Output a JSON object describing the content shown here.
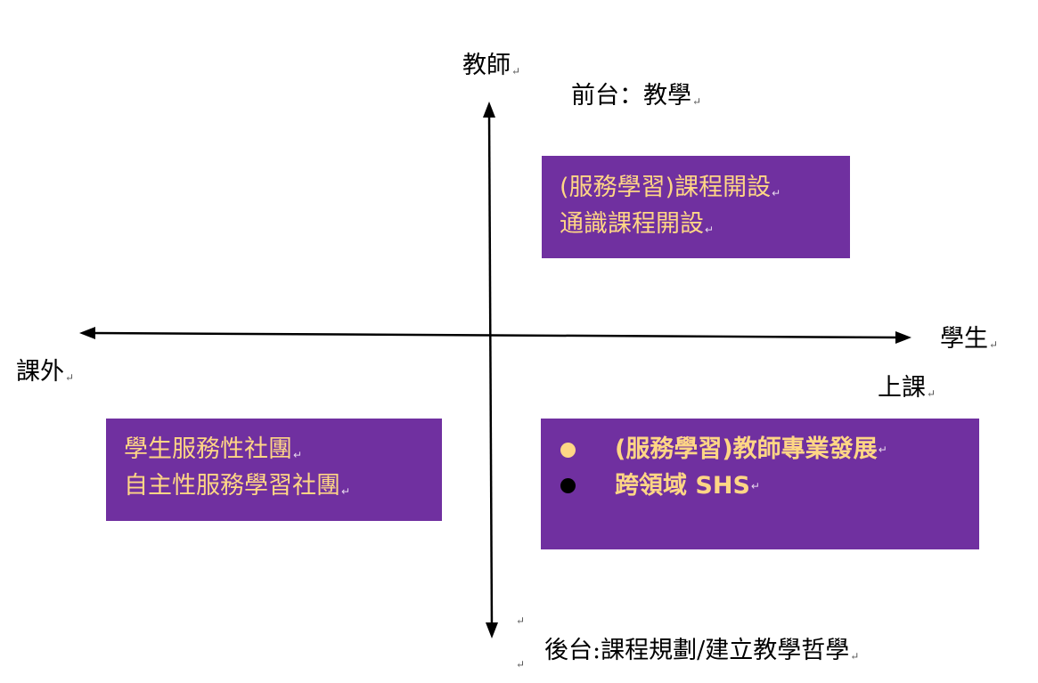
{
  "colors": {
    "box_fill": "#7030a0",
    "box_text": "#ffd685",
    "axis": "#000000",
    "bullet_1": "#ffd685",
    "bullet_2": "#000000"
  },
  "labels": {
    "top": "教師",
    "top_right": "前台：教學",
    "right": "學生",
    "right_below": "上課",
    "left": "課外",
    "bottom": "後台:課程規劃/建立教學哲學"
  },
  "boxes": {
    "top_right": {
      "lines": [
        "(服務學習)課程開設",
        "通識課程開設"
      ]
    },
    "bottom_left": {
      "lines": [
        "學生服務性社團",
        "自主性服務學習社團"
      ]
    },
    "bottom_right": {
      "items": [
        {
          "text": "(服務學習)教師專業發展",
          "bullet": "bullet_1"
        },
        {
          "text": "跨領域 SHS",
          "bullet": "bullet_2"
        }
      ]
    }
  },
  "icons": {
    "paragraph_mark": "return-arrow-icon"
  }
}
